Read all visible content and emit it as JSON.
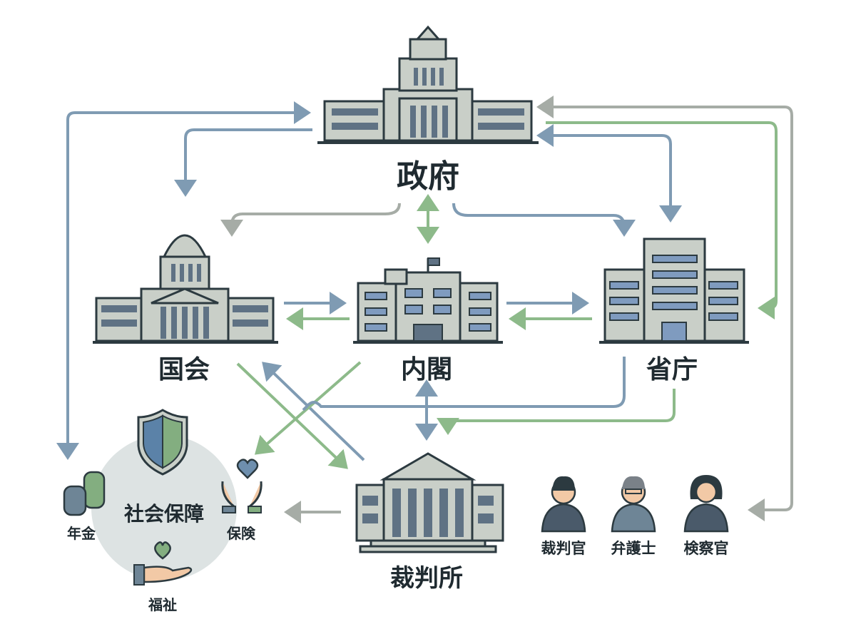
{
  "nodes": {
    "government": "政府",
    "diet": "国会",
    "cabinet": "内閣",
    "ministries": "省庁",
    "court": "裁判所",
    "social_security": "社会保障",
    "pension": "年金",
    "insurance": "保険",
    "welfare": "福祉",
    "judge": "裁判官",
    "lawyer": "弁護士",
    "prosecutor": "検察官"
  },
  "colors": {
    "blue_arrow": "#7f9bb3",
    "green_arrow": "#8dba8a",
    "gray_arrow": "#a6aca6",
    "text": "#1f2a30"
  }
}
